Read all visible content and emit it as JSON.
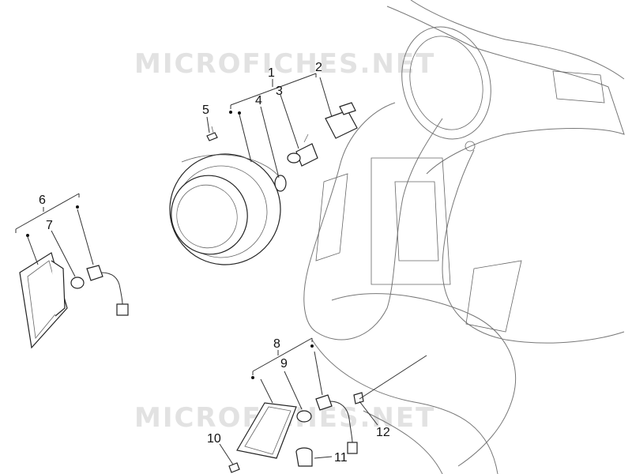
{
  "watermark": "MICROFICHES.NET",
  "callouts": [
    "1",
    "2",
    "3",
    "4",
    "5",
    "6",
    "7",
    "8",
    "9",
    "10",
    "11",
    "12"
  ]
}
